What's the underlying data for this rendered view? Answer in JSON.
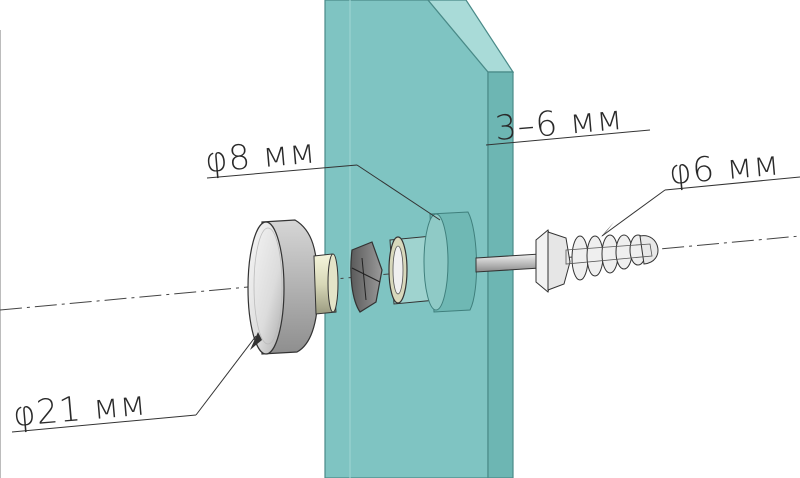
{
  "dimensions": {
    "cap_diameter": "φ21  мм",
    "glass_hole_diameter": "φ8  мм",
    "glass_thickness": "3–6 мм",
    "screw_diameter": "φ6  мм"
  },
  "colors": {
    "glass": "#7fc4c2",
    "glass_edge": "#63a9a7",
    "glass_dark": "#4e9795",
    "cap": "#e4e4e4",
    "sleeve": "#ececd0",
    "line": "#333333"
  }
}
